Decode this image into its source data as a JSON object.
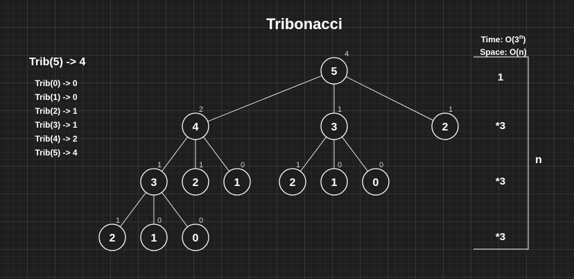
{
  "title": "Tribonacci",
  "headline": "Trib(5) -> 4",
  "base_cases": [
    "Trib(0) -> 0",
    "Trib(1) -> 0",
    "Trib(2) -> 1",
    "Trib(3) -> 1",
    "Trib(4) -> 2",
    "Trib(5) -> 4"
  ],
  "complexity": {
    "time_prefix": "Time: O(3",
    "time_exp": "n",
    "time_suffix": ")",
    "space": "Space: O(n)"
  },
  "level_multipliers": [
    "1",
    "*3",
    "*3",
    "*3"
  ],
  "depth_label": "n",
  "tree": {
    "nodes": [
      {
        "label": "5",
        "ret": "4"
      },
      {
        "label": "4",
        "ret": "2"
      },
      {
        "label": "3",
        "ret": "1"
      },
      {
        "label": "2",
        "ret": "1"
      },
      {
        "label": "3",
        "ret": "1"
      },
      {
        "label": "2",
        "ret": "1"
      },
      {
        "label": "1",
        "ret": "0"
      },
      {
        "label": "2",
        "ret": "1"
      },
      {
        "label": "1",
        "ret": "0"
      },
      {
        "label": "0",
        "ret": "0"
      },
      {
        "label": "2",
        "ret": "1"
      },
      {
        "label": "1",
        "ret": "0"
      },
      {
        "label": "0",
        "ret": "0"
      }
    ],
    "edges": [
      [
        0,
        1
      ],
      [
        0,
        2
      ],
      [
        0,
        3
      ],
      [
        1,
        4
      ],
      [
        1,
        5
      ],
      [
        1,
        6
      ],
      [
        2,
        7
      ],
      [
        2,
        8
      ],
      [
        2,
        9
      ],
      [
        4,
        10
      ],
      [
        4,
        11
      ],
      [
        4,
        12
      ]
    ]
  },
  "colors": {
    "background": "#1e1e1e",
    "foreground": "#ffffff"
  }
}
